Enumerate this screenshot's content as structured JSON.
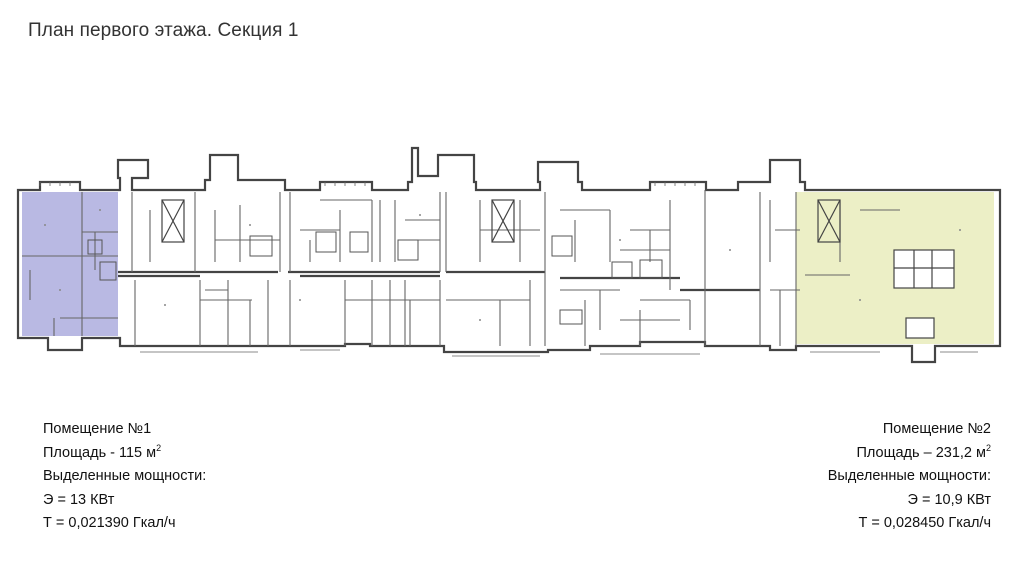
{
  "title": "План первого этажа. Секция 1",
  "rooms": [
    {
      "name": "Помещение №1",
      "area_label": "Площадь - 115 м",
      "area_unit_sup": "2",
      "power_heading": "Выделенные мощности:",
      "electric": "Э = 13 КВт",
      "thermal": "Т = 0,021390 Гкал/ч",
      "highlight_color": "#b9b9e3"
    },
    {
      "name": "Помещение №2",
      "area_label": "Площадь – 231,2 м",
      "area_unit_sup": "2",
      "power_heading": "Выделенные мощности:",
      "electric": "Э = 10,9 КВт",
      "thermal": "Т = 0,028450 Гкал/ч",
      "highlight_color": "#ecefc6"
    }
  ],
  "colors": {
    "walls": "#444444",
    "thin_lines": "#777777"
  }
}
